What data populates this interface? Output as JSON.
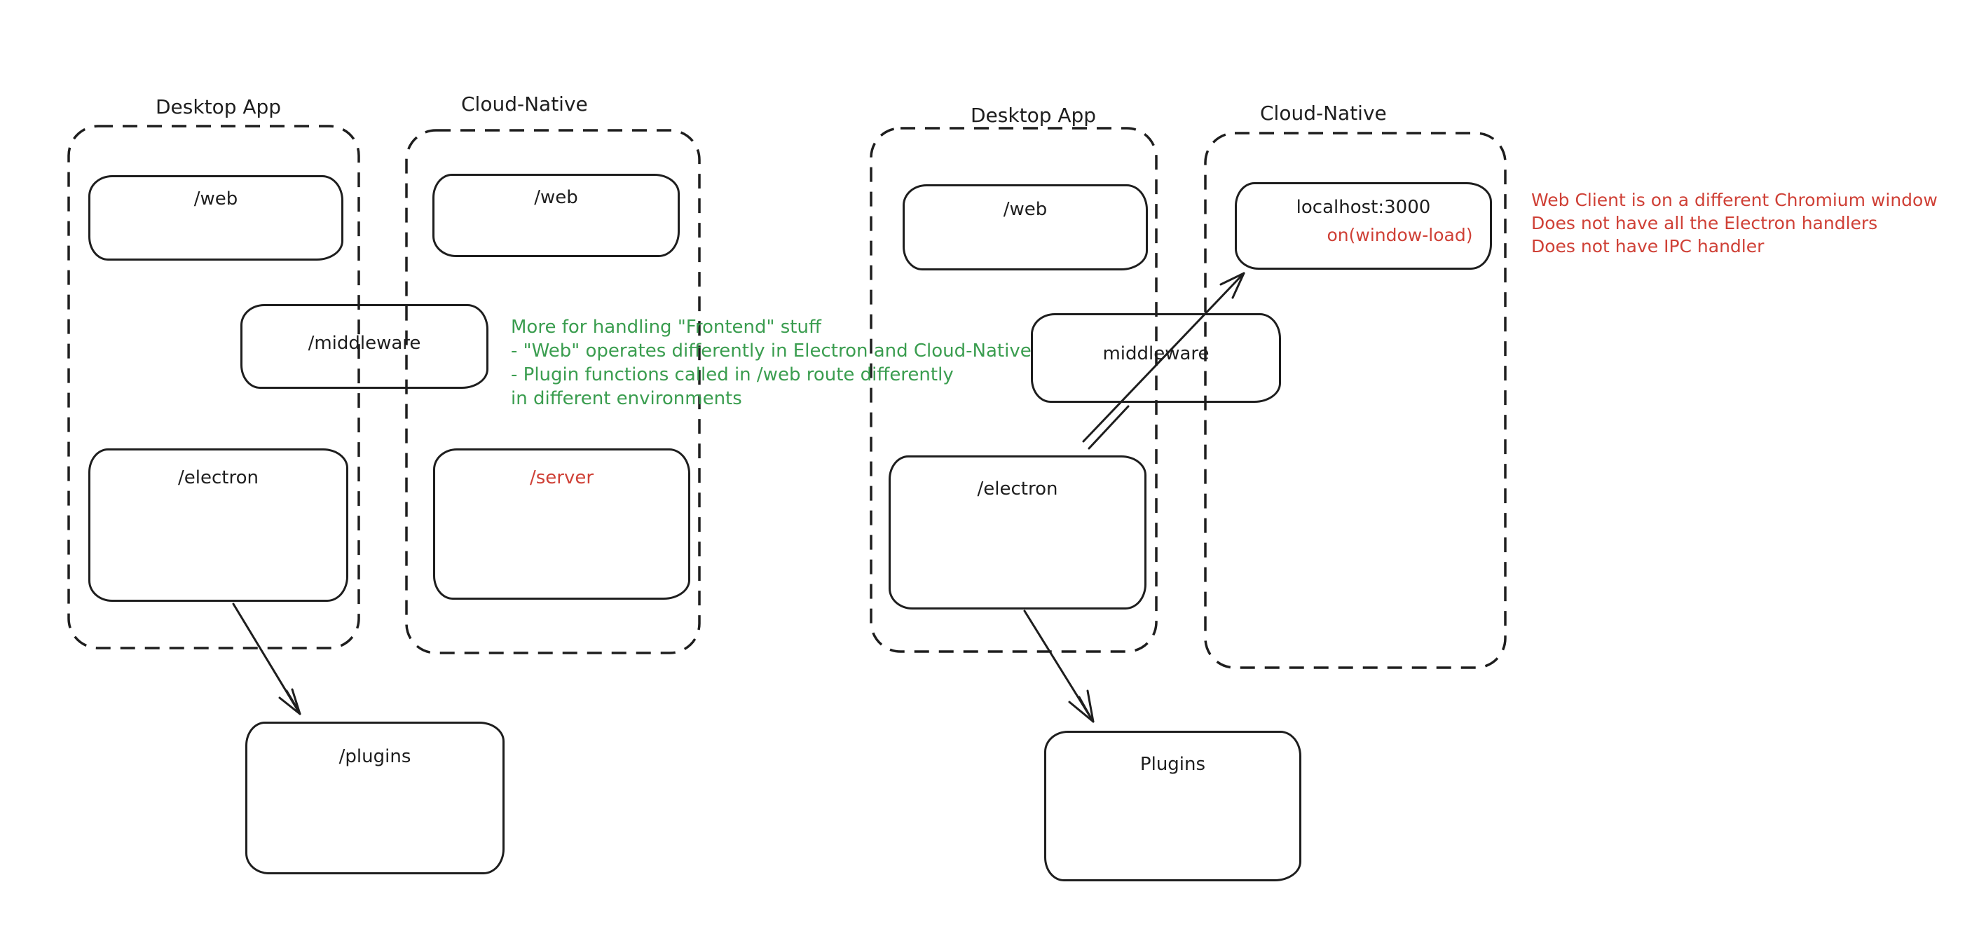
{
  "colors": {
    "ink": "#1e1e1e",
    "red": "#cf4036",
    "green": "#3a9d4f"
  },
  "left_diagram": {
    "desktop_label": "Desktop App",
    "cloud_label": "Cloud-Native",
    "web_desktop": "/web",
    "web_cloud": "/web",
    "middleware": "/middleware",
    "electron": "/electron",
    "server": "/server",
    "plugins": "/plugins",
    "note_lines": [
      "More for handling \"Frontend\" stuff",
      "- \"Web\" operates differently in Electron and Cloud-Native",
      "- Plugin functions called in /web route differently",
      "in different environments"
    ]
  },
  "right_diagram": {
    "desktop_label": "Desktop App",
    "cloud_label": "Cloud-Native",
    "web": "/web",
    "localhost": "localhost:3000",
    "window_load": "on(window-load)",
    "middleware": "middleware",
    "electron": "/electron",
    "plugins": "Plugins",
    "note_lines": [
      "Web Client is on a different Chromium window",
      "Does not have all the Electron handlers",
      "Does not have IPC handler"
    ]
  }
}
